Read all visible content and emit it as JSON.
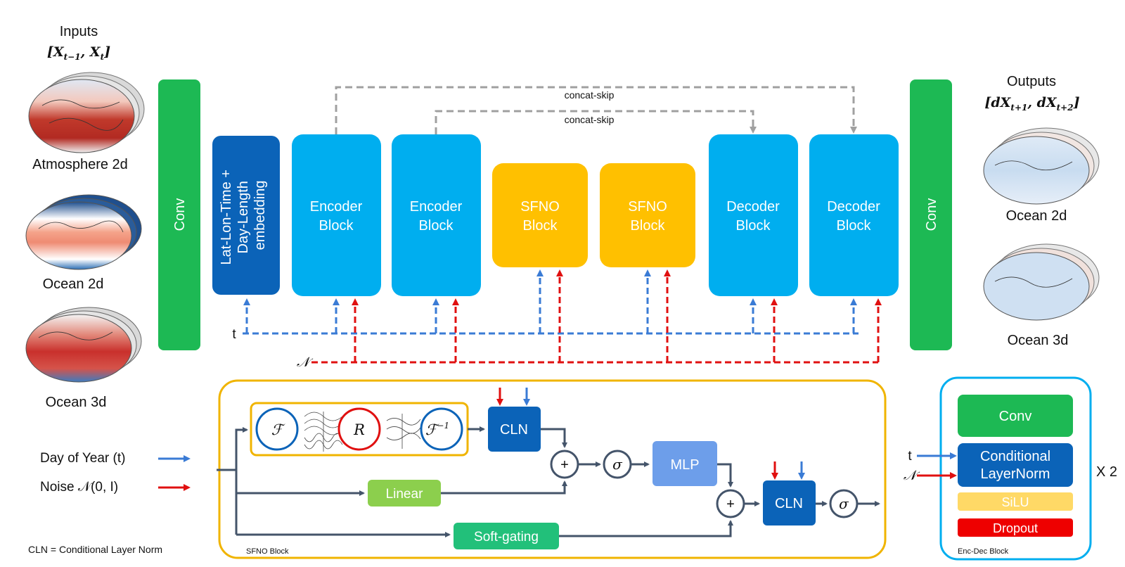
{
  "inputs": {
    "title": "Inputs",
    "formula": "[X",
    "formula_sub1": "t−1",
    "formula_mid": ", X",
    "formula_sub2": "t",
    "formula_end": "]",
    "maps": [
      {
        "label": "Atmosphere 2d"
      },
      {
        "label": "Ocean 2d"
      },
      {
        "label": "Ocean 3d"
      }
    ]
  },
  "outputs": {
    "title": "Outputs",
    "formula_a": "[dX",
    "formula_sub1": "t+1",
    "formula_b": ", dX",
    "formula_sub2": "t+2",
    "formula_c": "]",
    "maps": [
      {
        "label": "Ocean 2d"
      },
      {
        "label": "Ocean 3d"
      }
    ]
  },
  "main": {
    "conv_left": "Conv",
    "conv_right": "Conv",
    "embedding_lines": [
      "Lat-Lon-Time +",
      "Day-Length",
      "embedding"
    ],
    "encoder1": [
      "Encoder",
      "Block"
    ],
    "encoder2": [
      "Encoder",
      "Block"
    ],
    "sfno1": [
      "SFNO",
      "Block"
    ],
    "sfno2": [
      "SFNO",
      "Block"
    ],
    "decoder1": [
      "Decoder",
      "Block"
    ],
    "decoder2": [
      "Decoder",
      "Block"
    ],
    "skip_top": "concat-skip",
    "skip_inner": "concat-skip",
    "t_label": "t",
    "noise_label": "𝒩"
  },
  "legend": {
    "day_of_year": "Day of Year (t)",
    "noise": "Noise 𝒩(0, I)",
    "cln_note": "CLN = Conditional Layer Norm",
    "color_t": "#3a7bd5",
    "color_noise": "#e01010"
  },
  "sfno_detail": {
    "caption": "SFNO Block",
    "fourier": "ℱ",
    "r_op": "R",
    "inverse": "ℱ",
    "inverse_sup": "−1",
    "cln1": "CLN",
    "cln2": "CLN",
    "plus1": "+",
    "plus2": "+",
    "sigma1": "σ",
    "sigma2": "σ",
    "mlp": "MLP",
    "linear": "Linear",
    "softgating": "Soft-gating"
  },
  "encdec_detail": {
    "caption": "Enc-Dec Block",
    "conv": "Conv",
    "cond_lines": [
      "Conditional",
      "LayerNorm"
    ],
    "silu": "SiLU",
    "dropout": "Dropout",
    "t_label": "t",
    "noise_label": "𝒩",
    "repeat": "X 2"
  },
  "colors": {
    "green": "#1db954",
    "dark_blue": "#0b63b8",
    "light_blue": "#00aeef",
    "yellow": "#ffc000",
    "gold_border": "#f0b400",
    "mlp": "#6d9eea",
    "linear": "#8ccf4d",
    "softgate": "#22c07a",
    "silu": "#ffd966",
    "dropout": "#ee0000",
    "arrow_grey": "#44546a",
    "dash_grey": "#a0a0a0"
  }
}
